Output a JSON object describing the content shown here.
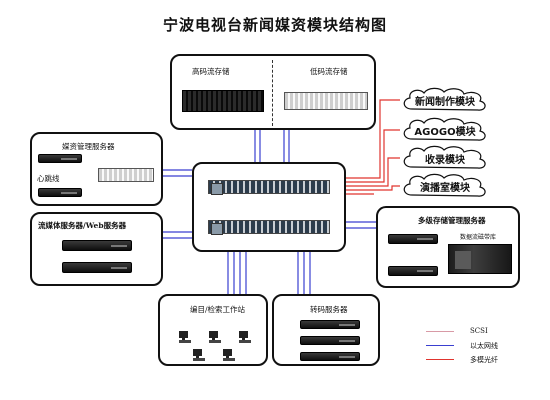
{
  "title": "宁波电视台新闻媒资模块结构图",
  "storage": {
    "high_label": "高码流存储",
    "low_label": "低码流存储"
  },
  "media_server": {
    "label": "媒资管理服务器",
    "heartbeat_label": "心跳线"
  },
  "streaming_server": {
    "label": "流媒体服务器/Web服务器"
  },
  "multilevel_storage": {
    "label": "多级存储管理服务器",
    "tape_label": "数据流磁带库"
  },
  "edit_station": {
    "label": "编目/检索工作站"
  },
  "transcode_server": {
    "label": "转码服务器"
  },
  "modules": [
    {
      "label": "新闻制作模块"
    },
    {
      "label": "AGOGO模块"
    },
    {
      "label": "收录模块"
    },
    {
      "label": "演播室模块"
    }
  ],
  "legend": [
    {
      "label": "SCSI",
      "color": "#d89aa6"
    },
    {
      "label": "以太网线",
      "color": "#3a3fd0"
    },
    {
      "label": "多模光纤",
      "color": "#e0342e"
    }
  ],
  "colors": {
    "scsi": "#d89aa6",
    "ethernet": "#3a3fd0",
    "fiber": "#e0342e"
  }
}
